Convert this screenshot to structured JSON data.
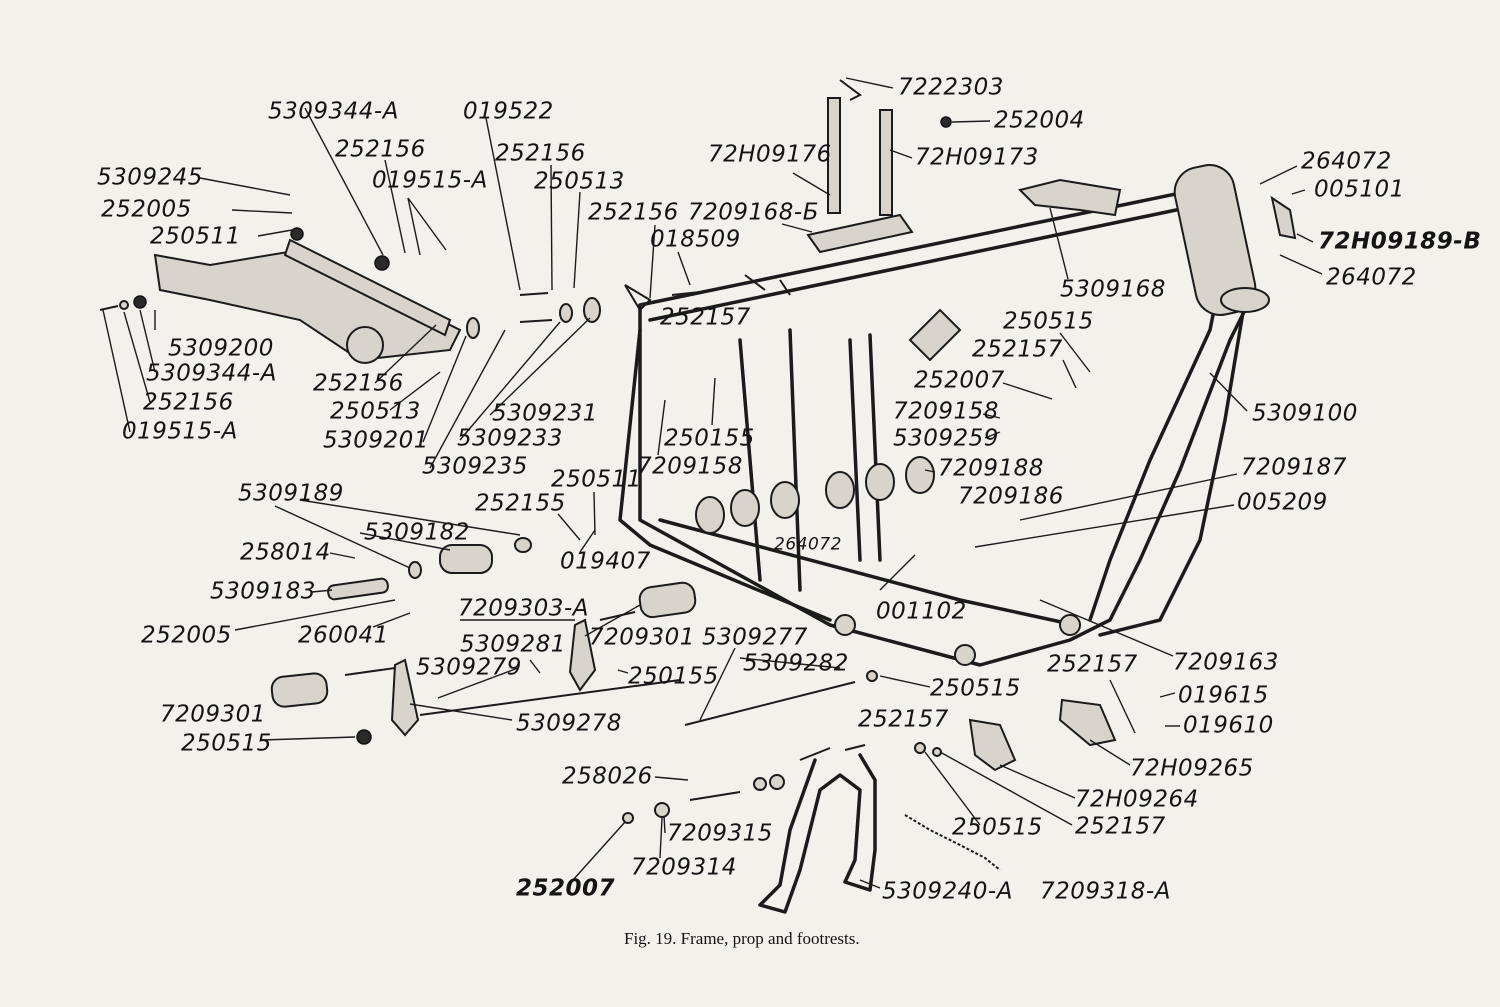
{
  "caption": "Fig. 19. Frame, prop and footrests.",
  "parts": [
    {
      "id": "p01",
      "label": "7222303"
    },
    {
      "id": "p02",
      "label": "252004"
    },
    {
      "id": "p03",
      "label": "72H09176"
    },
    {
      "id": "p04",
      "label": "72H09173"
    },
    {
      "id": "p05",
      "label": "7209168-Б"
    },
    {
      "id": "p06",
      "label": "018509"
    },
    {
      "id": "p07",
      "label": "264072"
    },
    {
      "id": "p08",
      "label": "005101"
    },
    {
      "id": "p09",
      "label": "72H09189-B"
    },
    {
      "id": "p10",
      "label": "264072"
    },
    {
      "id": "p11",
      "label": "5309168"
    },
    {
      "id": "p12",
      "label": "250515"
    },
    {
      "id": "p13",
      "label": "252157"
    },
    {
      "id": "p14",
      "label": "252007"
    },
    {
      "id": "p15",
      "label": "5309100"
    },
    {
      "id": "p16",
      "label": "7209158"
    },
    {
      "id": "p17",
      "label": "5309259"
    },
    {
      "id": "p18",
      "label": "7209188"
    },
    {
      "id": "p19",
      "label": "7209187"
    },
    {
      "id": "p20",
      "label": "7209186"
    },
    {
      "id": "p21",
      "label": "005209"
    },
    {
      "id": "p22",
      "label": "5309344-A"
    },
    {
      "id": "p23",
      "label": "019522"
    },
    {
      "id": "p24",
      "label": "252156"
    },
    {
      "id": "p25",
      "label": "252156"
    },
    {
      "id": "p26",
      "label": "5309245"
    },
    {
      "id": "p27",
      "label": "019515-A"
    },
    {
      "id": "p28",
      "label": "250513"
    },
    {
      "id": "p29",
      "label": "252005"
    },
    {
      "id": "p30",
      "label": "252156"
    },
    {
      "id": "p31",
      "label": "250511"
    },
    {
      "id": "p32",
      "label": "252157"
    },
    {
      "id": "p33",
      "label": "5309200"
    },
    {
      "id": "p34",
      "label": "5309344-A"
    },
    {
      "id": "p35",
      "label": "252156"
    },
    {
      "id": "p36",
      "label": "252156"
    },
    {
      "id": "p37",
      "label": "250513"
    },
    {
      "id": "p38",
      "label": "5309231"
    },
    {
      "id": "p39",
      "label": "019515-A"
    },
    {
      "id": "p40",
      "label": "5309201"
    },
    {
      "id": "p41",
      "label": "5309233"
    },
    {
      "id": "p42",
      "label": "250155"
    },
    {
      "id": "p43",
      "label": "7209158"
    },
    {
      "id": "p44",
      "label": "5309235"
    },
    {
      "id": "p45",
      "label": "250511"
    },
    {
      "id": "p46",
      "label": "5309189"
    },
    {
      "id": "p47",
      "label": "252155"
    },
    {
      "id": "p48",
      "label": "5309182"
    },
    {
      "id": "p49",
      "label": "019407"
    },
    {
      "id": "p50",
      "label": "258014"
    },
    {
      "id": "p51",
      "label": "264072"
    },
    {
      "id": "p52",
      "label": "5309183"
    },
    {
      "id": "p53",
      "label": "7209303-A"
    },
    {
      "id": "p54",
      "label": "252005"
    },
    {
      "id": "p55",
      "label": "260041"
    },
    {
      "id": "p56",
      "label": "7209301"
    },
    {
      "id": "p57",
      "label": "5309277"
    },
    {
      "id": "p58",
      "label": "001102"
    },
    {
      "id": "p59",
      "label": "5309281"
    },
    {
      "id": "p60",
      "label": "5309282"
    },
    {
      "id": "p61",
      "label": "7209163"
    },
    {
      "id": "p62",
      "label": "5309279"
    },
    {
      "id": "p63",
      "label": "250155"
    },
    {
      "id": "p64",
      "label": "252157"
    },
    {
      "id": "p65",
      "label": "019615"
    },
    {
      "id": "p66",
      "label": "250515"
    },
    {
      "id": "p67",
      "label": "7209301"
    },
    {
      "id": "p68",
      "label": "5309278"
    },
    {
      "id": "p69",
      "label": "252157"
    },
    {
      "id": "p70",
      "label": "019610"
    },
    {
      "id": "p71",
      "label": "250515"
    },
    {
      "id": "p72",
      "label": "72H09265"
    },
    {
      "id": "p73",
      "label": "258026"
    },
    {
      "id": "p74",
      "label": "72H09264"
    },
    {
      "id": "p75",
      "label": "7209315"
    },
    {
      "id": "p76",
      "label": "250515"
    },
    {
      "id": "p77",
      "label": "252157"
    },
    {
      "id": "p78",
      "label": "7209314"
    },
    {
      "id": "p79",
      "label": "252007"
    },
    {
      "id": "p80",
      "label": "5309240-A"
    },
    {
      "id": "p81",
      "label": "7209318-A"
    }
  ]
}
